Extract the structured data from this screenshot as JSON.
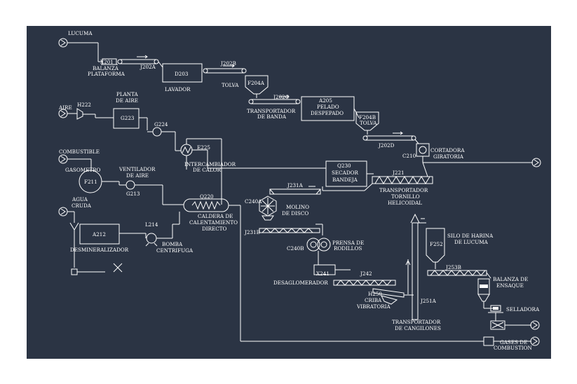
{
  "colors": {
    "background": "#2b3444",
    "line": "#ffffff",
    "frame": "#ffffff"
  },
  "labels": {
    "lucuma": "LUCUMA",
    "x201": "X201",
    "balanza_plataforma_1": "BALANZA",
    "balanza_plataforma_2": "PLATAFORMA",
    "j202a": "J202A",
    "d203": "D203",
    "lavador": "LAVADOR",
    "j202b": "J202B",
    "tolva_1": "TOLVA",
    "f204a": "F204A",
    "j202c": "J202C",
    "transportador_banda_1": "TRANSPORTADOR",
    "transportador_banda_2": "DE BANDA",
    "a205": "A205",
    "pelado_1": "PELADO",
    "pelado_2": "DESPEPADO",
    "f204b": "F204B",
    "tolva_2": "TOLVA",
    "j202d": "J202D",
    "c210": "C210",
    "cortadora_1": "CORTADORA",
    "cortadora_2": "GIRATORIA",
    "planta_aire_1": "PLANTA",
    "planta_aire_2": "DE AIRE",
    "aire": "AIRE",
    "h222": "H222",
    "g223": "G223",
    "g224": "G224",
    "e225": "E225",
    "intercambiador_1": "INTERCAMBIADOR",
    "intercambiador_2": "DE CALOR",
    "combustible": "COMBUSTIBLE",
    "gasometro": "GASOMETRO",
    "f211": "F211",
    "ventilador_1": "VENTILADOR",
    "ventilador_2": "DE AIRE",
    "g213": "G213",
    "q230": "Q230",
    "secador_1": "SECADOR",
    "secador_2": "BANDEJA",
    "j221": "J221",
    "tornillo_1": "TRANSPORTADOR",
    "tornillo_2": "TORNILLO",
    "tornillo_3": "HELICOIDAL",
    "j231a": "J231A",
    "c240a": "C240A",
    "molino_1": "MOLINO",
    "molino_2": "DE DISCO",
    "q220": "Q220",
    "caldera_1": "CALDERA DE",
    "caldera_2": "CALENTAMIENTO",
    "caldera_3": "DIRECTO",
    "agua_1": "AGUA",
    "agua_2": "CRUDA",
    "a212": "A212",
    "l214": "L214",
    "desmineralizador": "DESMINERALIZADOR",
    "bomba_1": "BOMBA",
    "bomba_2": "CENTRIFUGA",
    "j231b": "J231B",
    "c240b": "C240B",
    "prensa_1": "PRENSA DE",
    "prensa_2": "RODILLOS",
    "x241": "X241",
    "desaglomerador": "DESAGLOMERADOR",
    "j242": "J242",
    "h250": "H250",
    "criba_1": "CRIBA",
    "criba_2": "VIBRATORIA",
    "j251a": "J251A",
    "cangilones_1": "TRANSPORTADOR",
    "cangilones_2": "DE CANGILONES",
    "f252": "F252",
    "silo_1": "SILO DE HARINA",
    "silo_2": "DE LUCUMA",
    "j253b": "J253B",
    "balanza_ensaque_1": "BALANZA DE",
    "balanza_ensaque_2": "ENSAQUE",
    "selladora": "SELLADORA",
    "gases_1": "GASES DE",
    "gases_2": "COMBUSTION"
  }
}
